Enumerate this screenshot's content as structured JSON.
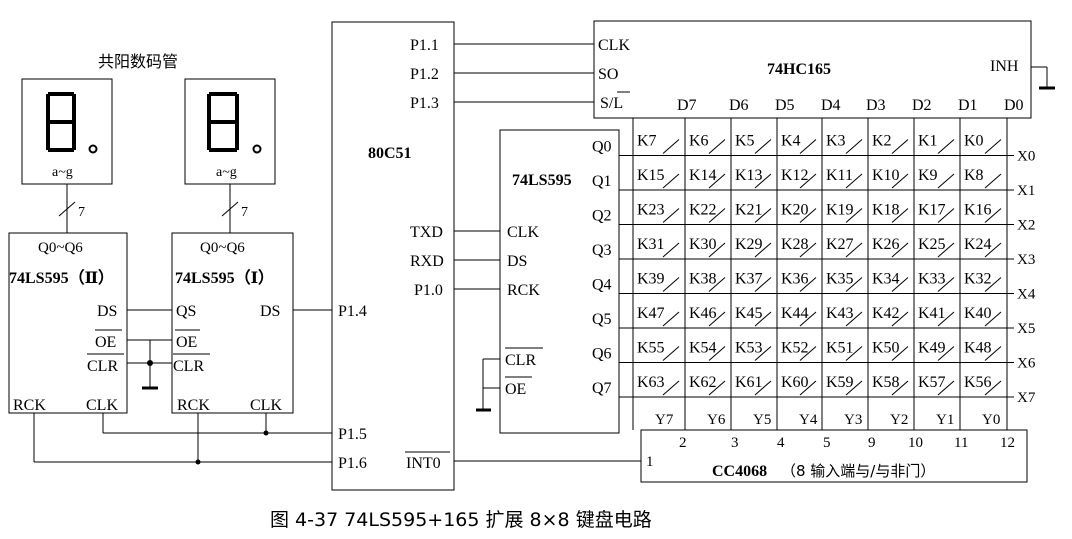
{
  "display_title": "共阳数码管",
  "seg_label": "a~g",
  "bus_width": "7",
  "q_range": "Q0~Q6",
  "chip_595_II": "74LS595（Ⅱ）",
  "chip_595_I": "74LS595（Ⅰ）",
  "pins": {
    "ds": "DS",
    "qs": "QS",
    "oe": "OE",
    "clr": "CLR",
    "rck": "RCK",
    "clk": "CLK"
  },
  "mcu": {
    "name": "80C51",
    "p11": "P1.1",
    "p12": "P1.2",
    "p13": "P1.3",
    "txd": "TXD",
    "rxd": "RXD",
    "p10": "P1.0",
    "p14": "P1.4",
    "p15": "P1.5",
    "p16": "P1.6",
    "int0": "INT0"
  },
  "hc165": {
    "name": "74HC165",
    "clk": "CLK",
    "so": "SO",
    "sl": "S/L",
    "inh": "INH",
    "d": [
      "D7",
      "D6",
      "D5",
      "D4",
      "D3",
      "D2",
      "D1",
      "D0"
    ]
  },
  "ls595_mid": {
    "name": "74LS595",
    "clk": "CLK",
    "ds": "DS",
    "rck": "RCK",
    "clr": "CLR",
    "oe": "OE",
    "q": [
      "Q0",
      "Q1",
      "Q2",
      "Q3",
      "Q4",
      "Q5",
      "Q6",
      "Q7"
    ]
  },
  "keys": [
    [
      "K7",
      "K6",
      "K5",
      "K4",
      "K3",
      "K2",
      "K1",
      "K0"
    ],
    [
      "K15",
      "K14",
      "K13",
      "K12",
      "K11",
      "K10",
      "K9",
      "K8"
    ],
    [
      "K23",
      "K22",
      "K21",
      "K20",
      "K19",
      "K18",
      "K17",
      "K16"
    ],
    [
      "K31",
      "K30",
      "K29",
      "K28",
      "K27",
      "K26",
      "K25",
      "K24"
    ],
    [
      "K39",
      "K38",
      "K37",
      "K36",
      "K35",
      "K34",
      "K33",
      "K32"
    ],
    [
      "K47",
      "K46",
      "K45",
      "K44",
      "K43",
      "K42",
      "K41",
      "K40"
    ],
    [
      "K55",
      "K54",
      "K53",
      "K52",
      "K51",
      "K50",
      "K49",
      "K48"
    ],
    [
      "K63",
      "K62",
      "K61",
      "K60",
      "K59",
      "K58",
      "K57",
      "K56"
    ]
  ],
  "x_labels": [
    "X0",
    "X1",
    "X2",
    "X3",
    "X4",
    "X5",
    "X6",
    "X7"
  ],
  "y_labels": [
    "Y7",
    "Y6",
    "Y5",
    "Y4",
    "Y3",
    "Y2",
    "Y1",
    "Y0"
  ],
  "cc4068": {
    "pins": [
      "2",
      "3",
      "4",
      "5",
      "9",
      "10",
      "11",
      "12"
    ],
    "input_pin": "1",
    "name": "CC4068",
    "desc": "（8 输入端与/与非门）"
  },
  "caption": "图 4-37   74LS595+165 扩展 8×8 键盘电路"
}
